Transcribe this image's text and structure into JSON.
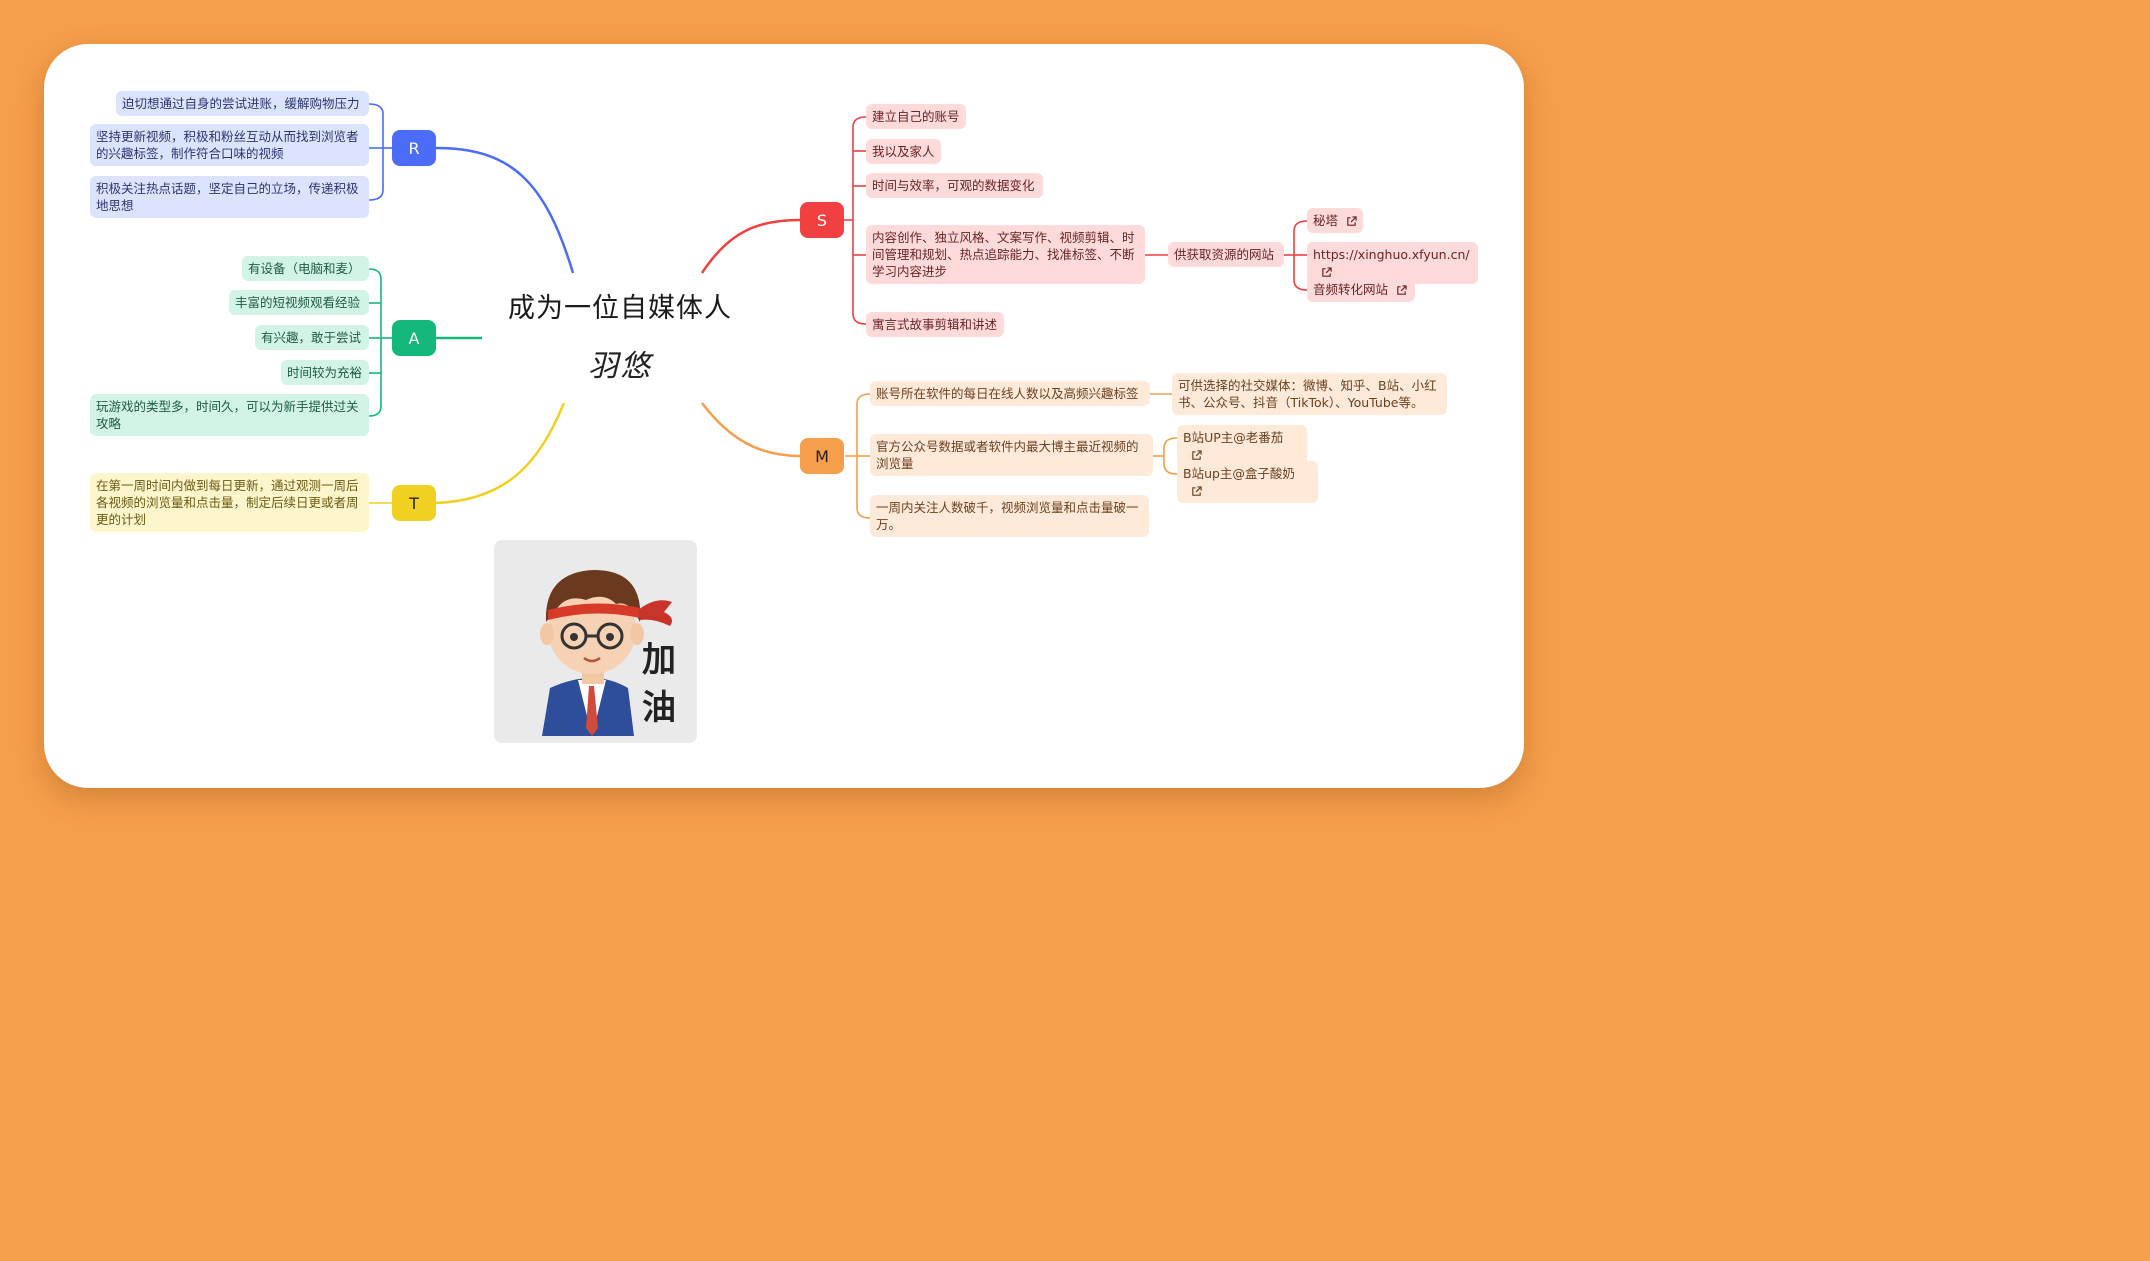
{
  "root": {
    "title": "成为一位自媒体人",
    "signature": "羽悠"
  },
  "colors": {
    "r": "#4A6CF7",
    "a": "#14B87A",
    "t": "#F0D020",
    "s": "#F04040",
    "m": "#F59E4B",
    "page_bg": "#F59E4B"
  },
  "r": {
    "label": "R",
    "items": [
      "迫切想通过自身的尝试进账，缓解购物压力",
      "坚持更新视频，积极和粉丝互动从而找到浏览者的兴趣标签，制作符合口味的视频",
      "积极关注热点话题，坚定自己的立场，传递积极地思想"
    ]
  },
  "a": {
    "label": "A",
    "items": [
      "有设备（电脑和麦）",
      "丰富的短视频观看经验",
      "有兴趣，敢于尝试",
      "时间较为充裕",
      "玩游戏的类型多，时间久，可以为新手提供过关攻略"
    ]
  },
  "t": {
    "label": "T",
    "items": [
      "在第一周时间内做到每日更新，通过观测一周后各视频的浏览量和点击量，制定后续日更或者周更的计划"
    ]
  },
  "s": {
    "label": "S",
    "items": [
      "建立自己的账号",
      "我以及家人",
      "时间与效率，可观的数据变化",
      "内容创作、独立风格、文案写作、视频剪辑、时间管理和规划、热点追踪能力、找准标签、不断学习内容进步",
      "寓言式故事剪辑和讲述"
    ],
    "resource_label": "供获取资源的网站",
    "resources": [
      "秘塔",
      "https://xinghuo.xfyun.cn/",
      "音频转化网站"
    ]
  },
  "m": {
    "label": "M",
    "items": [
      "账号所在软件的每日在线人数以及高频兴趣标签",
      "官方公众号数据或者软件内最大博主最近视频的浏览量",
      "一周内关注人数破千，视频浏览量和点击量破一万。"
    ],
    "media_note": "可供选择的社交媒体：微博、知乎、B站、小红书、公众号、抖音（TikTok）、YouTube等。",
    "bloggers": [
      "B站UP主@老番茄",
      "B站up主@盒子酸奶"
    ]
  },
  "sticker": {
    "line1": "加",
    "line2": "油"
  }
}
